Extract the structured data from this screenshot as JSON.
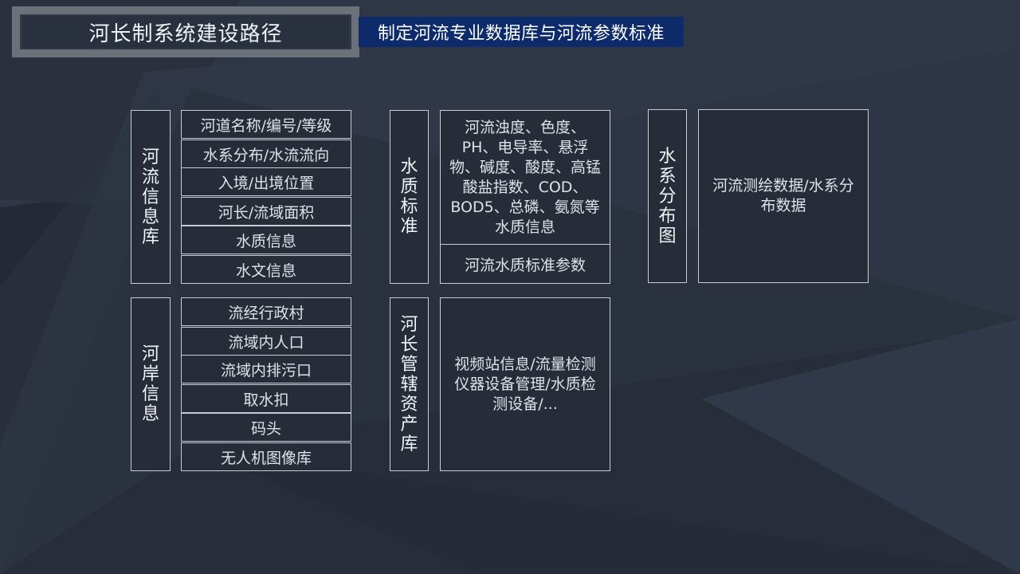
{
  "title": "河长制系统建设路径",
  "subtitle": "制定河流专业数据库与河流参数标准",
  "river_info": {
    "label": "河流信息库",
    "items": [
      "河道名称/编号/等级",
      "水系分布/水流流向",
      "入境/出境位置",
      "河长/流域面积",
      "水质信息",
      "水文信息"
    ]
  },
  "bank_info": {
    "label": "河岸信息",
    "items": [
      "流经行政村",
      "流域内人口",
      "流域内排污口",
      "取水扣",
      "码头",
      "无人机图像库"
    ]
  },
  "water_quality": {
    "label": "水质标准",
    "detail": "河流浊度、色度、PH、电导率、悬浮物、碱度、酸度、高锰酸盐指数、COD、BOD5、总磷、氨氮等水质信息",
    "params": "河流水质标准参数"
  },
  "assets": {
    "label": "河长管辖资产库",
    "detail": "视频站信息/流量检测仪器设备管理/水质检测设备/..."
  },
  "water_map": {
    "label": "水系分布图",
    "detail": "河流测绘数据/水系分布数据"
  }
}
